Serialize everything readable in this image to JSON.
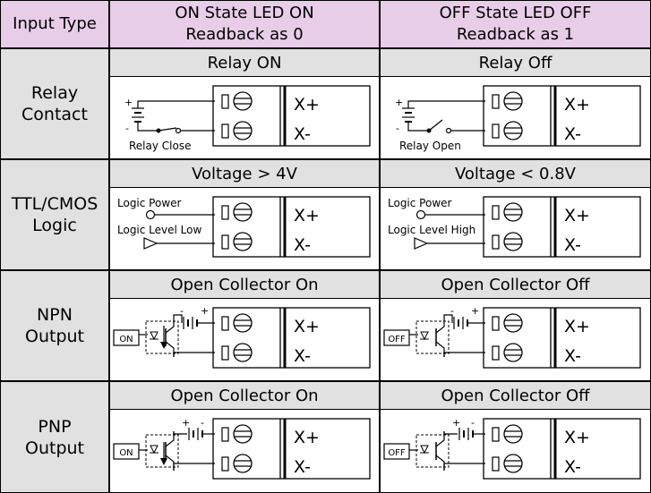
{
  "header": {
    "input_type": "Input Type",
    "on_state": [
      "ON State LED ON",
      "Readback as 0"
    ],
    "off_state": [
      "OFF State LED OFF",
      "Readback as 1"
    ]
  },
  "rows": [
    {
      "label": [
        "Relay",
        "Contact"
      ],
      "on": {
        "title": "Relay ON",
        "source_label": "Relay Close"
      },
      "off": {
        "title": "Relay Off",
        "source_label": "Relay Open"
      }
    },
    {
      "label": [
        "TTL/CMOS",
        "Logic"
      ],
      "on": {
        "title": "Voltage > 4V",
        "power_label": "Logic Power",
        "level_label": "Logic Level Low"
      },
      "off": {
        "title": "Voltage < 0.8V",
        "power_label": "Logic Power",
        "level_label": "Logic Level High"
      }
    },
    {
      "label": [
        "NPN",
        "Output"
      ],
      "on": {
        "title": "Open Collector On",
        "box_label": "ON"
      },
      "off": {
        "title": "Open Collector Off",
        "box_label": "OFF"
      }
    },
    {
      "label": [
        "PNP",
        "Output"
      ],
      "on": {
        "title": "Open Collector On",
        "box_label": "ON"
      },
      "off": {
        "title": "Open Collector Off",
        "box_label": "OFF"
      }
    }
  ],
  "terminal": {
    "pos": "X+",
    "neg": "X-"
  },
  "polarity": {
    "plus": "+",
    "minus": "-"
  }
}
